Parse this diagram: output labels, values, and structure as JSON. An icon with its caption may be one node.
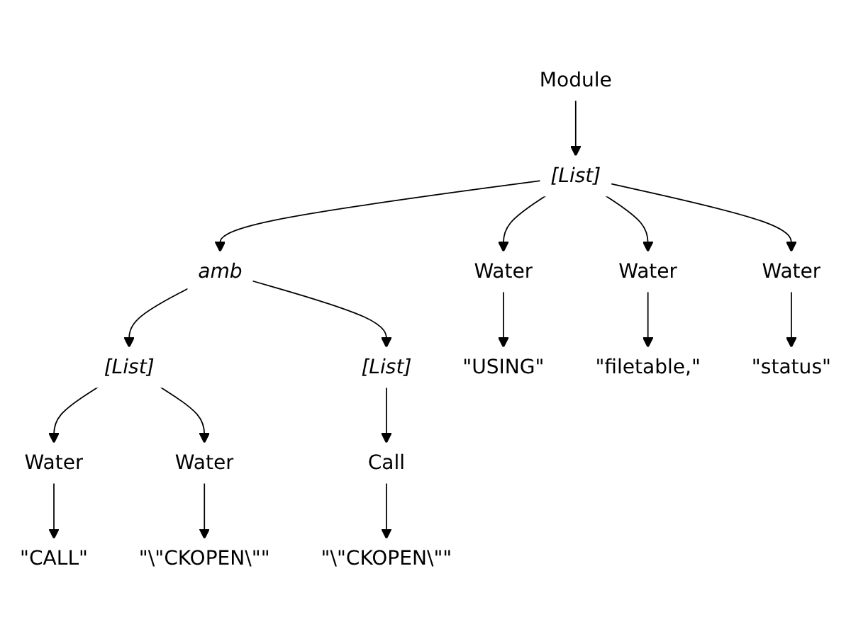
{
  "diagram": {
    "nodes": [
      {
        "text": [
          "Module"
        ]
      },
      {
        "text": [
          "[List]"
        ]
      },
      {
        "text": [
          "amb"
        ]
      },
      {
        "text": [
          "Water"
        ]
      },
      {
        "text": [
          "Water"
        ]
      },
      {
        "text": [
          "Water"
        ]
      },
      {
        "text": [
          "[List]"
        ]
      },
      {
        "text": [
          "[List]"
        ]
      },
      {
        "text": [
          "\"USING\""
        ]
      },
      {
        "text": [
          "\"filetable,\""
        ]
      },
      {
        "text": [
          "\"status\""
        ]
      },
      {
        "text": [
          "Water"
        ]
      },
      {
        "text": [
          "Water"
        ]
      },
      {
        "text": [
          "Call"
        ]
      },
      {
        "text": [
          "\"CALL\""
        ]
      },
      {
        "text": [
          "\"\\\"CKOPEN\\\"\""
        ]
      },
      {
        "text": [
          "\"\\\"CKOPEN\\\"\""
        ]
      }
    ],
    "edges": [
      {
        "from": 0,
        "to": 1,
        "arrow": "to"
      },
      {
        "from": 1,
        "to": 2,
        "arrow": "to"
      },
      {
        "from": 1,
        "to": 3,
        "arrow": "to"
      },
      {
        "from": 1,
        "to": 4,
        "arrow": "to"
      },
      {
        "from": 1,
        "to": 5,
        "arrow": "to"
      },
      {
        "from": 2,
        "to": 6,
        "arrow": "to"
      },
      {
        "from": 2,
        "to": 7,
        "arrow": "to"
      },
      {
        "from": 3,
        "to": 8,
        "arrow": "to"
      },
      {
        "from": 4,
        "to": 9,
        "arrow": "to"
      },
      {
        "from": 5,
        "to": 10,
        "arrow": "to"
      },
      {
        "from": 6,
        "to": 11,
        "arrow": "to"
      },
      {
        "from": 6,
        "to": 12,
        "arrow": "to"
      },
      {
        "from": 7,
        "to": 13,
        "arrow": "to"
      },
      {
        "from": 11,
        "to": 14,
        "arrow": "to"
      },
      {
        "from": 12,
        "to": 15,
        "arrow": "to"
      },
      {
        "from": 13,
        "to": 16,
        "arrow": "to"
      }
    ]
  }
}
